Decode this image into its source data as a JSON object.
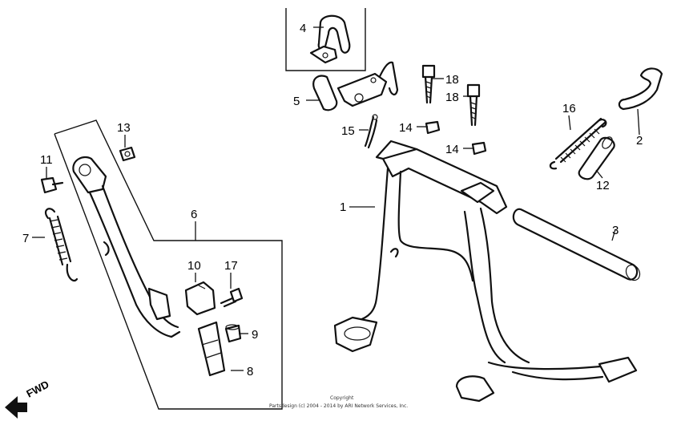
{
  "diagram": {
    "callouts": [
      {
        "id": "c1",
        "label": "1"
      },
      {
        "id": "c2",
        "label": "2"
      },
      {
        "id": "c3",
        "label": "3"
      },
      {
        "id": "c4",
        "label": "4"
      },
      {
        "id": "c5",
        "label": "5"
      },
      {
        "id": "c6",
        "label": "6"
      },
      {
        "id": "c7",
        "label": "7"
      },
      {
        "id": "c8",
        "label": "8"
      },
      {
        "id": "c9",
        "label": "9"
      },
      {
        "id": "c10",
        "label": "10"
      },
      {
        "id": "c11",
        "label": "11"
      },
      {
        "id": "c12",
        "label": "12"
      },
      {
        "id": "c13",
        "label": "13"
      },
      {
        "id": "c14a",
        "label": "14"
      },
      {
        "id": "c14b",
        "label": "14"
      },
      {
        "id": "c15",
        "label": "15"
      },
      {
        "id": "c16",
        "label": "16"
      },
      {
        "id": "c17",
        "label": "17"
      },
      {
        "id": "c18a",
        "label": "18"
      },
      {
        "id": "c18b",
        "label": "18"
      }
    ],
    "direction_label": "FWD",
    "copyright": {
      "line1": "Copyright",
      "line2": "Partsdesign (c) 2004 - 2014 by ARI Network Services, Inc."
    }
  }
}
